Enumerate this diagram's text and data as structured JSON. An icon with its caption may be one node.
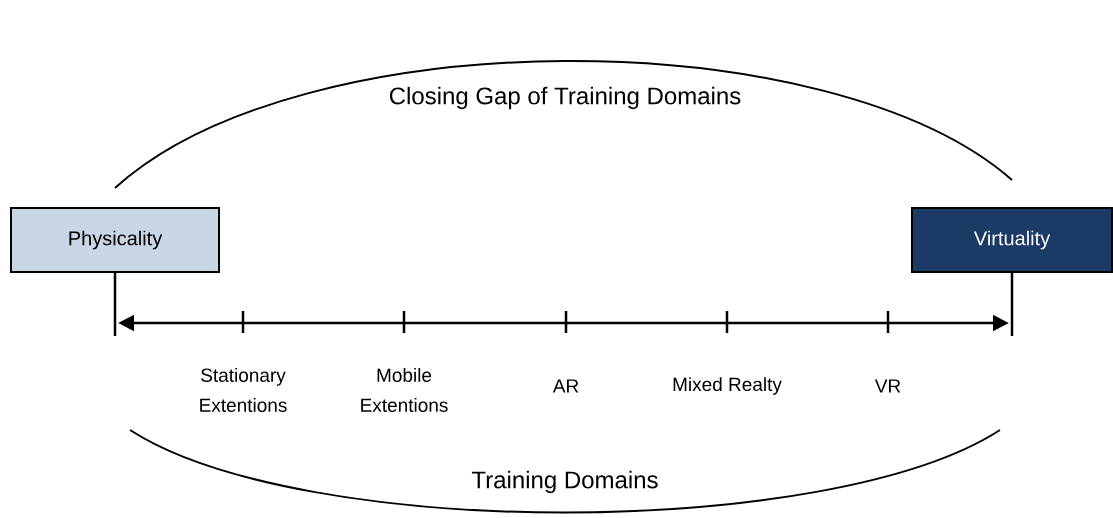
{
  "diagram": {
    "nodes": [
      {
        "text": [
          "Physicality"
        ]
      },
      {
        "text": [
          "Virtuality"
        ]
      }
    ],
    "edges": [
      {
        "from": 0,
        "to": 1,
        "arrow": "both"
      }
    ],
    "labels": [
      "Closing Gap of Training Domains",
      "Stationary Extentions",
      "Mobile Extentions",
      "AR",
      "Mixed Realty",
      "VR",
      "Training Domains"
    ]
  }
}
